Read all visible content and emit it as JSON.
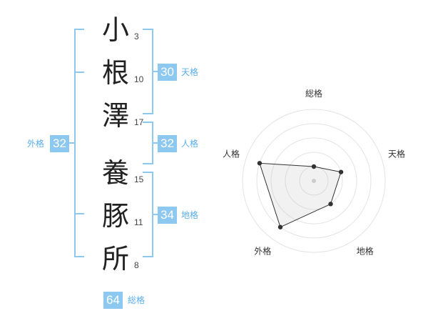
{
  "name": {
    "chars": [
      {
        "char": "小",
        "strokes": "3"
      },
      {
        "char": "根",
        "strokes": "10"
      },
      {
        "char": "澤",
        "strokes": "17"
      },
      {
        "char": "養",
        "strokes": "15"
      },
      {
        "char": "豚",
        "strokes": "11"
      },
      {
        "char": "所",
        "strokes": "8"
      }
    ]
  },
  "fortune": {
    "tenkaku": {
      "label": "天格",
      "value": "30"
    },
    "jinkaku": {
      "label": "人格",
      "value": "32"
    },
    "chikaku": {
      "label": "地格",
      "value": "34"
    },
    "gaikaku": {
      "label": "外格",
      "value": "32"
    },
    "soukaku": {
      "label": "総格",
      "value": "64"
    }
  },
  "chart_data": {
    "type": "radar",
    "axes": [
      "総格",
      "天格",
      "地格",
      "外格",
      "人格"
    ],
    "values": [
      1,
      2,
      2,
      4,
      4
    ],
    "max": 5,
    "rings": 5
  },
  "colors": {
    "accent": "#8cc8ef",
    "label": "#5aaee8"
  }
}
